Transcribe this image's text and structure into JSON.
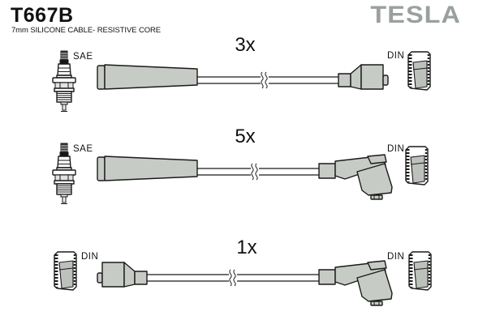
{
  "header": {
    "part_number": "T667B",
    "subtitle": "7mm SILICONE CABLE- RESISTIVE CORE",
    "brand": "TESLA"
  },
  "colors": {
    "boot_gray": "#c7cbc5",
    "plug_inner_gray": "#bdc1bb",
    "brand_gray": "#9aa09e",
    "line_black": "#1a1a1a"
  },
  "rows": [
    {
      "count": "3x",
      "left": {
        "type": "SAE",
        "icon": "spark-plug"
      },
      "right": {
        "type": "DIN",
        "icon": "din-socket"
      },
      "boot_style": "straight"
    },
    {
      "count": "5x",
      "left": {
        "type": "SAE",
        "icon": "spark-plug"
      },
      "right": {
        "type": "DIN",
        "icon": "din-socket"
      },
      "boot_style": "angled"
    },
    {
      "count": "1x",
      "left": {
        "type": "DIN",
        "icon": "din-socket"
      },
      "right": {
        "type": "DIN",
        "icon": "din-socket"
      },
      "boot_style": "angled"
    }
  ]
}
